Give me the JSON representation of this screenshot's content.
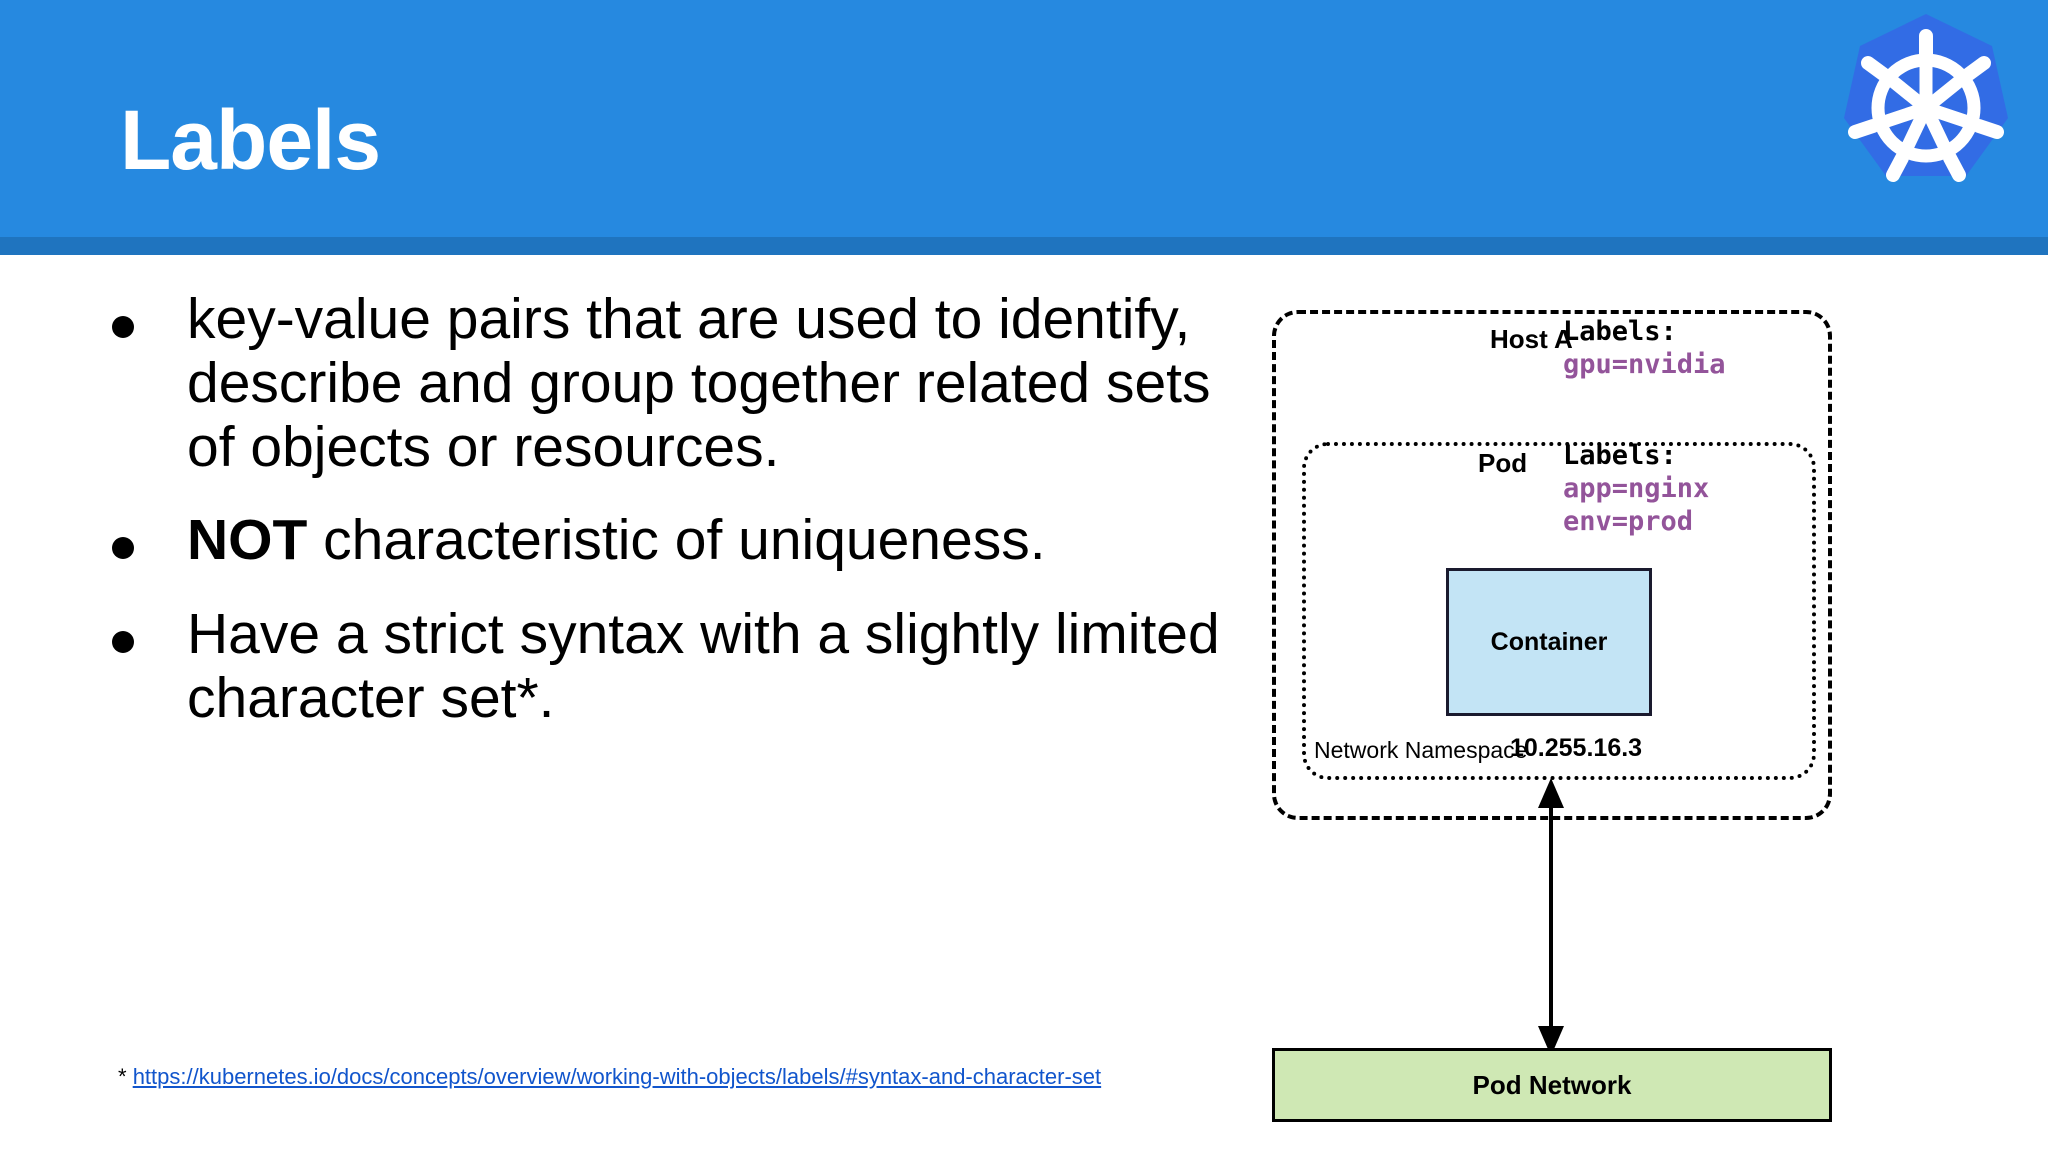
{
  "header": {
    "title": "Labels",
    "bg_color": "#2689E0",
    "underline_color": "#1F74BF",
    "logo_icon": "kubernetes-helm-wheel-icon"
  },
  "content": {
    "bullets": [
      {
        "id": "bullet-key-value-pairs",
        "segments": [
          {
            "text": "key-value pairs that are used to identify, describe and group together related sets of objects or resources.",
            "bold": false
          }
        ]
      },
      {
        "id": "bullet-not-unique",
        "segments": [
          {
            "text": "NOT",
            "bold": true
          },
          {
            "text": " characteristic of uniqueness.",
            "bold": false
          }
        ]
      },
      {
        "id": "bullet-strict-syntax",
        "segments": [
          {
            "text": "Have a strict syntax with a slightly limited character set*.",
            "bold": false
          }
        ]
      }
    ]
  },
  "footnote": {
    "marker": "*",
    "url": "https://kubernetes.io/docs/concepts/overview/working-with-objects/labels/#syntax-and-character-set",
    "link_color": "#1155CC"
  },
  "diagram": {
    "host": {
      "name": "Host A",
      "labels_heading": "Labels:",
      "labels": [
        "gpu=nvidia"
      ],
      "border_style": "dashed"
    },
    "pod": {
      "name": "Pod",
      "labels_heading": "Labels:",
      "labels": [
        "app=nginx",
        "env=prod"
      ],
      "border_style": "dotted"
    },
    "container": {
      "name": "Container",
      "fill_color": "#C3E4F5",
      "border_color": "#1A1A2E"
    },
    "network_namespace": {
      "name": "Network Namespace",
      "ip": "10.255.16.3"
    },
    "pod_network": {
      "name": "Pod Network",
      "fill_color": "#CFE8B4",
      "border_color": "#000000"
    },
    "connector": {
      "name": "bidirectional-arrow",
      "direction": "both"
    },
    "label_value_color": "#93549A"
  }
}
